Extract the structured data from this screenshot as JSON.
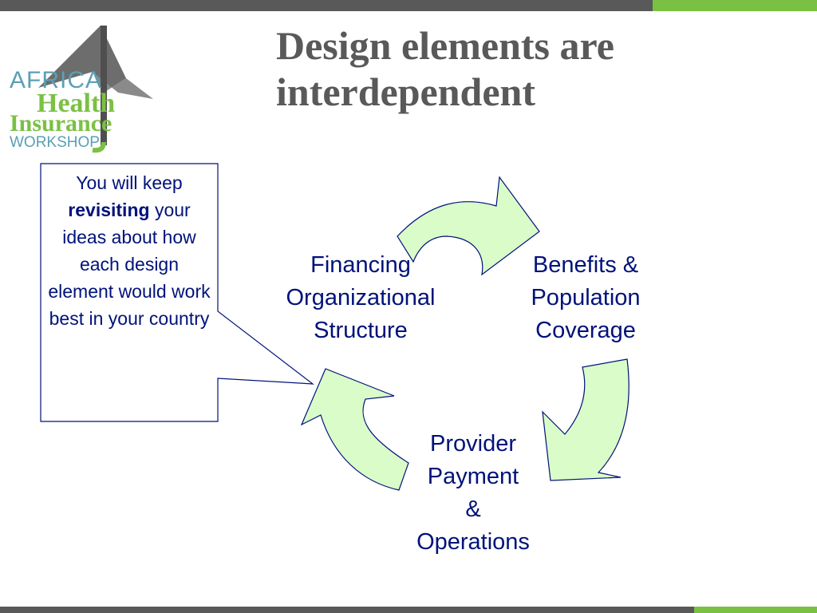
{
  "slide": {
    "title_line1": "Design elements are",
    "title_line2": "interdependent"
  },
  "logo": {
    "line1": "AFRICA",
    "line2": "Health",
    "line3": "Insurance",
    "line4": "WORKSHOP"
  },
  "callout": {
    "text_before": "You will keep",
    "text_bold": "revisiting",
    "text_after": "your ideas about how each design element would work best in your country"
  },
  "cycle": {
    "nodes": [
      {
        "lines": [
          "Financing",
          "Organizational",
          "Structure"
        ]
      },
      {
        "lines": [
          "Benefits &",
          "Population",
          "Coverage"
        ]
      },
      {
        "lines": [
          "Provider",
          "Payment",
          "&",
          "Operations"
        ]
      }
    ]
  },
  "colors": {
    "title_gray": "#595959",
    "text_navy": "#00127a",
    "accent_green": "#7ac143",
    "arrow_fill": "#d9fcc9",
    "arrow_stroke": "#00127a",
    "logo_teal": "#5aa0b4"
  }
}
